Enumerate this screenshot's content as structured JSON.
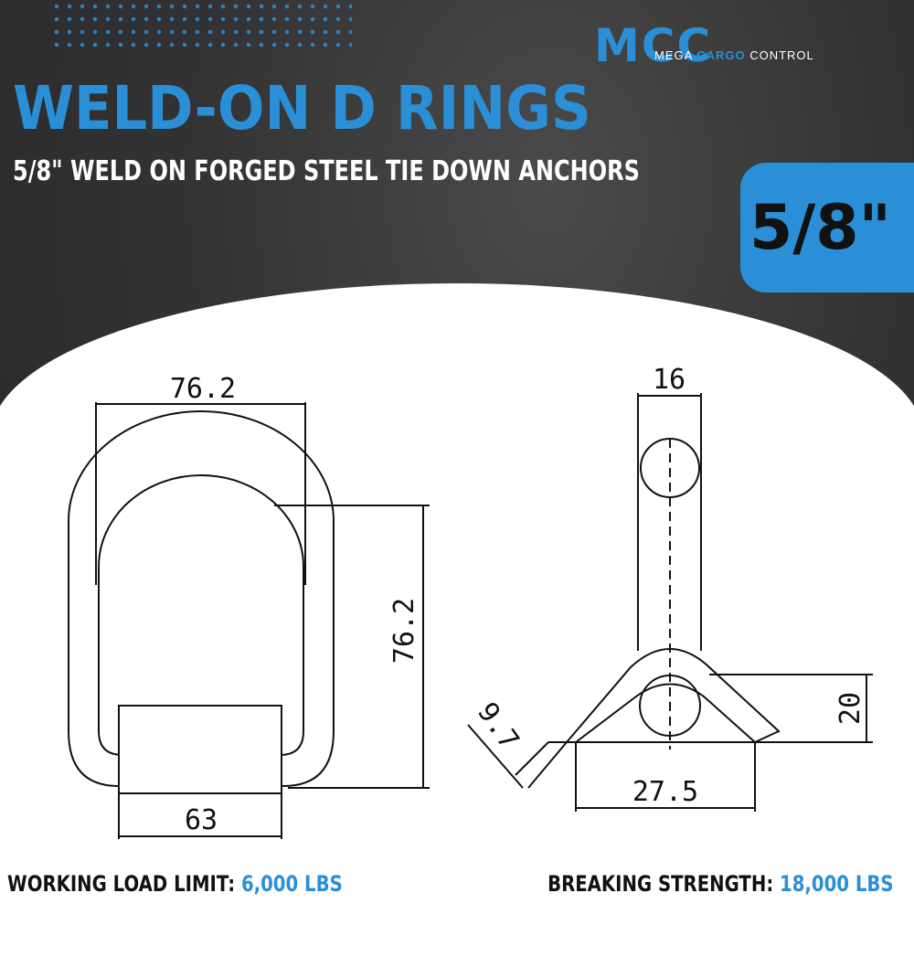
{
  "brand": {
    "logo_mark": "MCC",
    "name_prefix": "MEGA ",
    "name_highlight": "CARGO",
    "name_suffix": " CONTROL"
  },
  "title": "WELD-ON D RINGS",
  "subtitle": "5/8\" WELD ON FORGED STEEL TIE DOWN ANCHORS",
  "size_badge": "5/8\"",
  "drawing": {
    "front_width": "76.2",
    "front_height": "76.2",
    "base_width": "63",
    "side_thickness": "16",
    "clip_height": "20",
    "clip_width": "27.5",
    "clip_angle_dim": "9.7"
  },
  "specs": {
    "wll_label": "WORKING LOAD LIMIT: ",
    "wll_value": "6,000 LBS",
    "bs_label": "BREAKING  STRENGTH: ",
    "bs_value": "18,000 LBS"
  },
  "colors": {
    "accent": "#2a8fd6",
    "background": "#333333"
  }
}
